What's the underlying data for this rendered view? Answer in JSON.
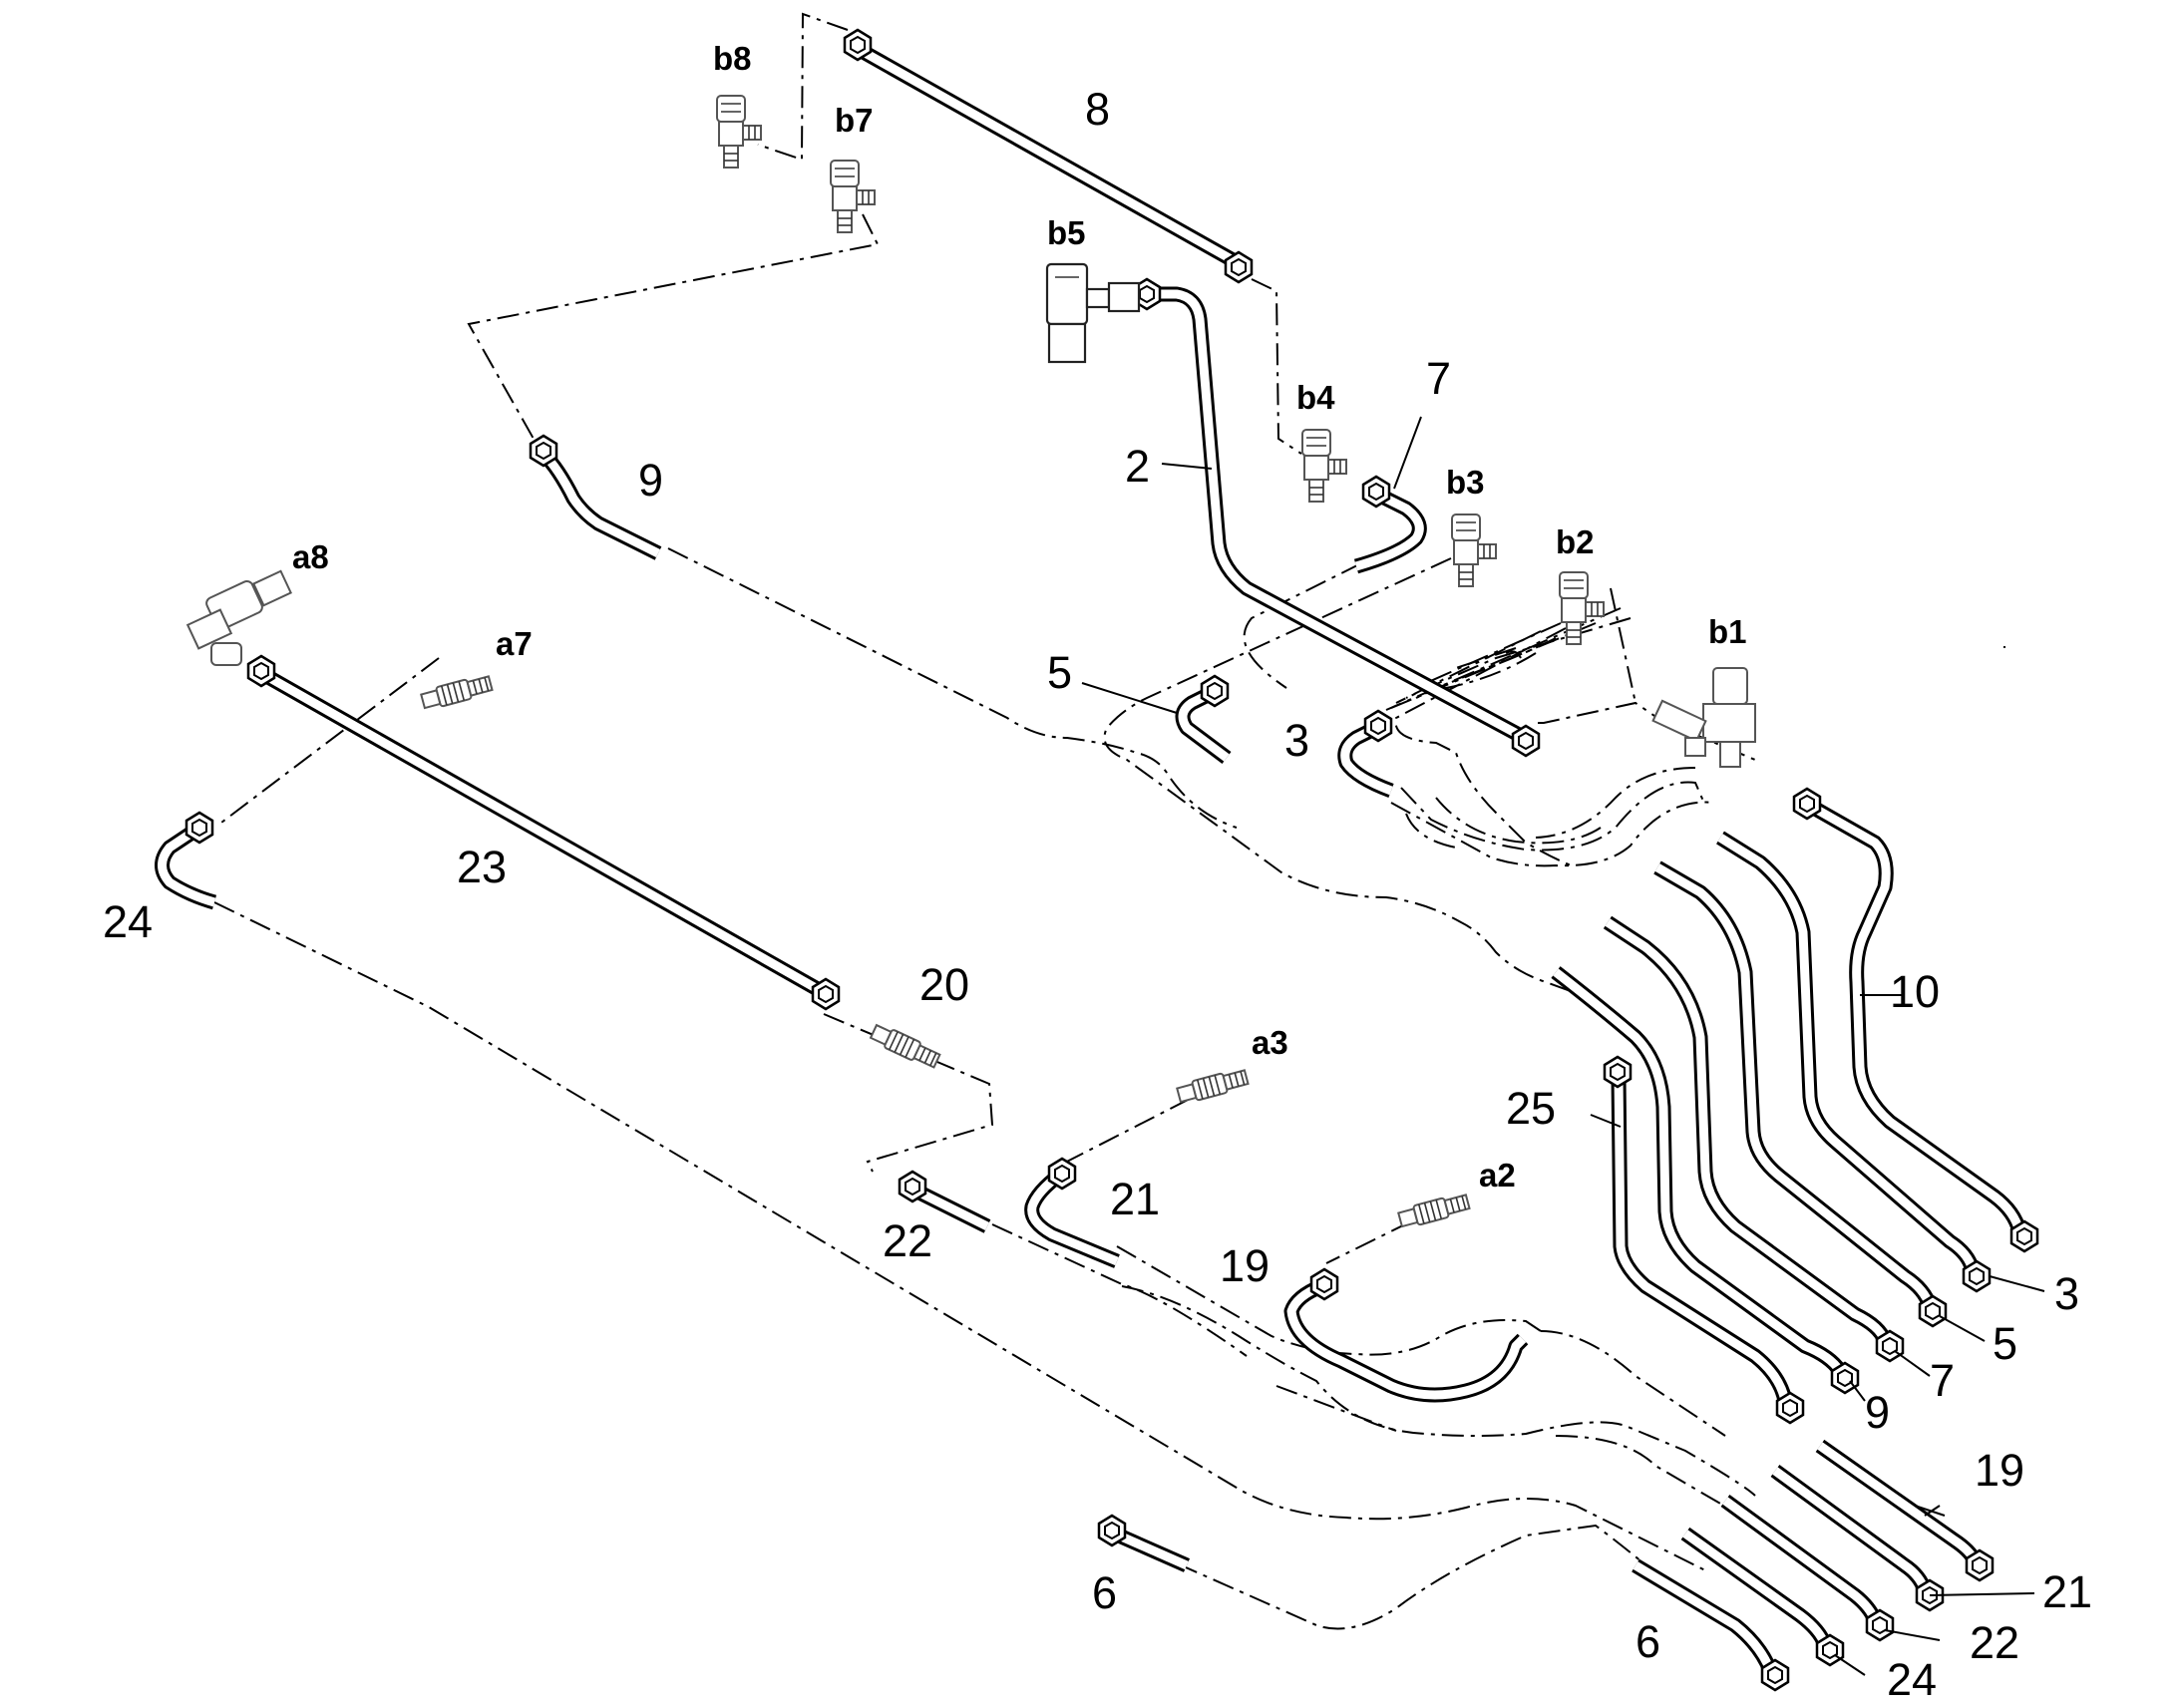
{
  "diagram": {
    "part_numbers": {
      "p2": "2",
      "p3_top": "3",
      "p3_right": "3",
      "p5_top": "5",
      "p5_right": "5",
      "p6_left": "6",
      "p6_right": "6",
      "p7_top": "7",
      "p7_right": "7",
      "p8": "8",
      "p9_top": "9",
      "p9_right": "9",
      "p10": "10",
      "p19_left": "19",
      "p19_right": "19",
      "p20": "20",
      "p21_left": "21",
      "p21_right": "21",
      "p22_left": "22",
      "p22_right": "22",
      "p23": "23",
      "p24_left": "24",
      "p24_right": "24",
      "p25": "25"
    },
    "fitting_labels": {
      "b1": "b1",
      "b2": "b2",
      "b3": "b3",
      "b4": "b4",
      "b5": "b5",
      "b7": "b7",
      "b8": "b8",
      "a2": "a2",
      "a3": "a3",
      "a7": "a7",
      "a8": "a8"
    }
  }
}
